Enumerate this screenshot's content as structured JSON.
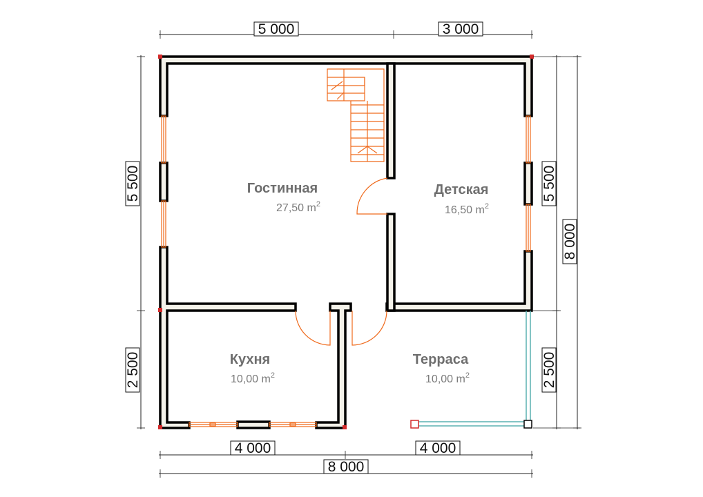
{
  "dimensions": {
    "top_left": "5 000",
    "top_right": "3 000",
    "left_upper": "5 500",
    "left_lower": "2 500",
    "right_upper": "5 500",
    "right_lower": "2 500",
    "right_total": "8 000",
    "bottom_left": "4 000",
    "bottom_right": "4 000",
    "bottom_total": "8 000"
  },
  "rooms": [
    {
      "name": "Гостинная",
      "area": "27,50 m",
      "unit_sup": "2"
    },
    {
      "name": "Детская",
      "area": "16,50 m",
      "unit_sup": "2"
    },
    {
      "name": "Кухня",
      "area": "10,00 m",
      "unit_sup": "2"
    },
    {
      "name": "Терраса",
      "area": "10,00 m",
      "unit_sup": "2"
    }
  ],
  "colors": {
    "wall_outline": "#000000",
    "wall_fill": "#f4f2ea",
    "door_window": "#ef6a1c",
    "corner_post": "#d42a2a",
    "terrace_rail": "#5ab0b0",
    "room_label": "#6e6e6e"
  }
}
